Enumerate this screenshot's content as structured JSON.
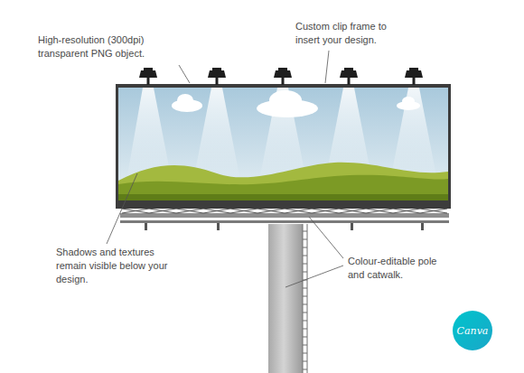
{
  "diagram": {
    "nodes": [
      {
        "text": [
          "Canva"
        ]
      }
    ],
    "labels": [
      "High-resolution (300dpi) transparent PNG object.",
      "Custom clip frame to insert your design.",
      "Shadows and textures remain visible below your design.",
      "Colour-editable pole and catwalk."
    ]
  }
}
